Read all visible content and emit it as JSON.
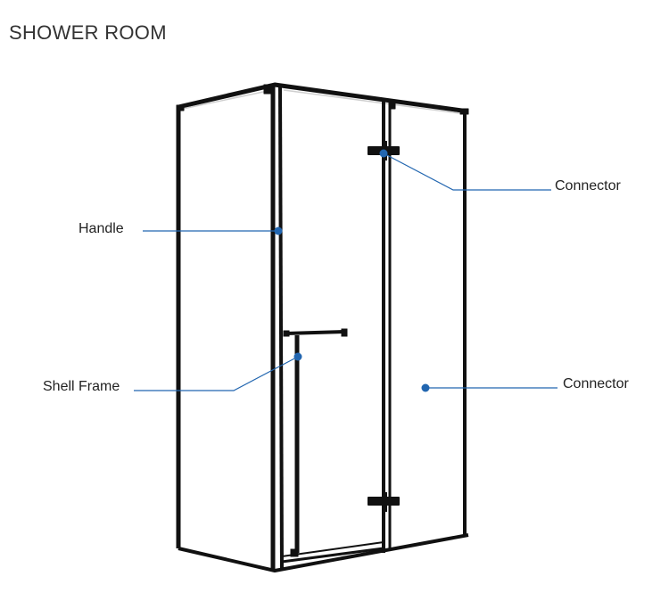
{
  "title": "SHOWER ROOM",
  "accent_color": "#2266b0",
  "frame_color": "#111111",
  "callouts": {
    "handle": "Handle",
    "shell_frame": "Shell Frame",
    "connector_top": "Connector",
    "connector_panel": "Connector"
  }
}
